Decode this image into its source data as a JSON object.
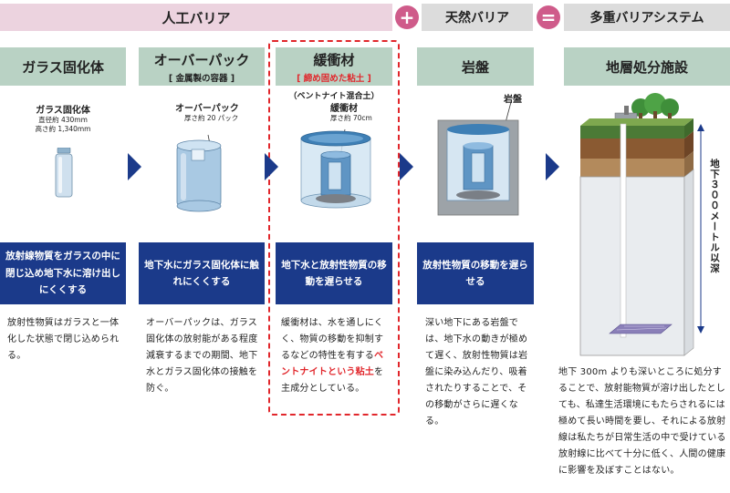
{
  "header": {
    "artificial_barrier": "人工バリア",
    "plus": "+",
    "natural_barrier": "天然バリア",
    "equals": "=",
    "multi_barrier_system": "多重バリアシステム"
  },
  "columns": [
    {
      "id": "glass",
      "title": "ガラス固化体",
      "subtitle": "",
      "label_main": "ガラス固化体",
      "label_sub1": "直径約 430mm",
      "label_sub2": "高さ約 1,340mm",
      "summary": "放射線物質をガラスの中に閉じ込め地下水に溶け出しにくくする",
      "description": "放射性物質はガラスと一体化した状態で閉じ込められる。"
    },
    {
      "id": "overpack",
      "title": "オーバーパック",
      "subtitle": "[ 金属製の容器 ]",
      "label_main": "オーバーパック",
      "label_sub1": "厚さ約 20 パック",
      "summary": "地下水にガラス固化体に触れにくくする",
      "description": "オーバーパックは、ガラス固化体の放射能がある程度減衰するまでの期間、地下水とガラス固化体の接触を防ぐ。"
    },
    {
      "id": "buffer",
      "title": "緩衝材",
      "subtitle": "[ 締め固めた粘土 ]",
      "label_top": "（ベントナイト混合土）",
      "label_main": "緩衝材",
      "label_sub1": "厚さ約 70cm",
      "summary": "地下水と放射性物質の移動を遅らせる",
      "description_a": "緩衝材は、水を通しにくく、物質の移動を抑制するなどの特性を有する",
      "description_red": "ベントナイトという粘土",
      "description_b": "を主成分としている。"
    },
    {
      "id": "bedrock",
      "title": "岩盤",
      "subtitle": "",
      "label_main": "岩盤",
      "summary": "放射性物質の移動を遅らせる",
      "description": "深い地下にある岩盤では、地下水の動きが極めて遅く、放射性物質は岩盤に染み込んだり、吸着されたりすることで、その移動がさらに遅くなる。"
    },
    {
      "id": "facility",
      "title": "地層処分施設",
      "depth_label": "地下３００メートル以深",
      "description": "地下 300m よりも深いところに処分することで、放射能物質が溶け出したとしても、私達生活環境にもたらされるには極めて長い時間を要し、それによる放射線は私たちが日常生活の中で受けている放射線に比べて十分に低く、人間の健康に影響を及ぼすことはない。"
    }
  ],
  "colors": {
    "pink_bar": "#ecd3df",
    "grey_bar": "#dcdcdc",
    "accent_pink": "#cf5b8a",
    "column_header": "#b9d2c4",
    "navy": "#1b3a8a",
    "red": "#e1262b"
  }
}
